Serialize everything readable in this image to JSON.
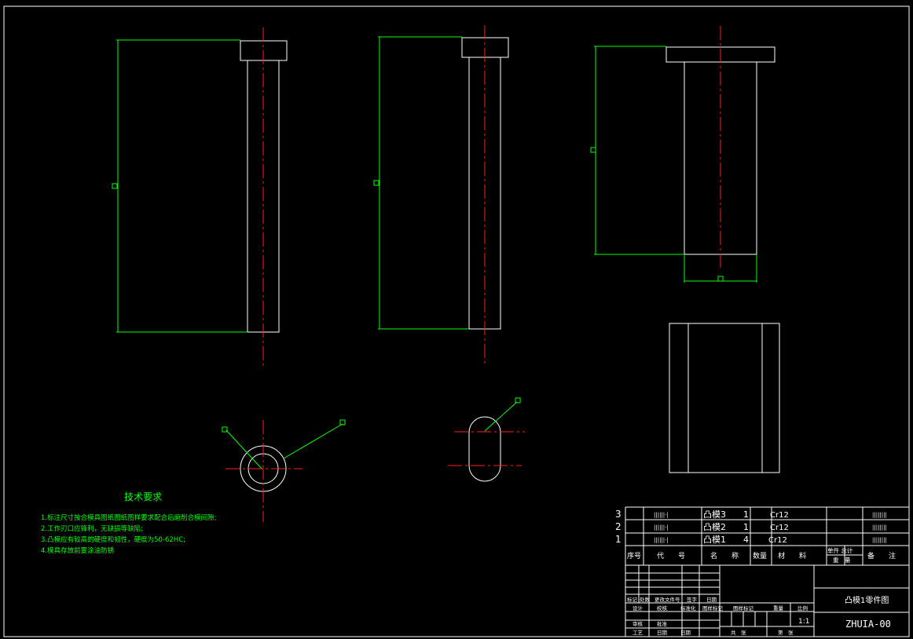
{
  "colors": {
    "background": "#000000",
    "outline": "#ffffff",
    "dimension": "#00ff00",
    "centerline": "#ff0000",
    "table_text": "#ffffff"
  },
  "tech_requirements": {
    "title": "技术要求",
    "lines": [
      "1.标注尺寸按合模具图纸图纸图样要求配合后磨削合模间隙;",
      "2.工作刃口应锋利，无缺损等缺陷;",
      "3.凸模应有较高的硬度和韧性，硬度为50-62HC;",
      "4.模具存放前要涂油防锈"
    ]
  },
  "parts_list": {
    "rows": [
      {
        "index": "3",
        "code": "||||||·|",
        "name": "凸模3",
        "qty": "1",
        "material": "Cr12",
        "remark": "||||||||"
      },
      {
        "index": "2",
        "code": "||||||·|",
        "name": "凸模2",
        "qty": "1",
        "material": "Cr12",
        "remark": "||||||||"
      },
      {
        "index": "1",
        "code": "||||||·|",
        "name": "凸模1",
        "qty": "4",
        "material": "Cr12",
        "remark": "||||||||"
      }
    ],
    "header": {
      "index": "序号",
      "code": "代　　号",
      "name": "名　　称",
      "qty": "数量",
      "material": "材　　料",
      "unit_total_top": "单件 总计",
      "unit_total_bottom": "重　量",
      "remark": "备　　注"
    }
  },
  "title_block": {
    "drawing_name": "凸模1零件图",
    "drawing_code": "ZHUIA-00",
    "scale_value": "1:1",
    "labels": {
      "marks": "标记",
      "count": "处数",
      "change_doc": "更改文件号",
      "sign": "签字",
      "date": "日期",
      "design": "设计",
      "check": "校核",
      "std": "标准化",
      "stage": "图样标记",
      "weight": "重量",
      "scale": "比例",
      "review": "审核",
      "process": "工艺",
      "approve": "批准",
      "date2": "日期",
      "total": "共　张",
      "sheet": "第　张"
    }
  }
}
